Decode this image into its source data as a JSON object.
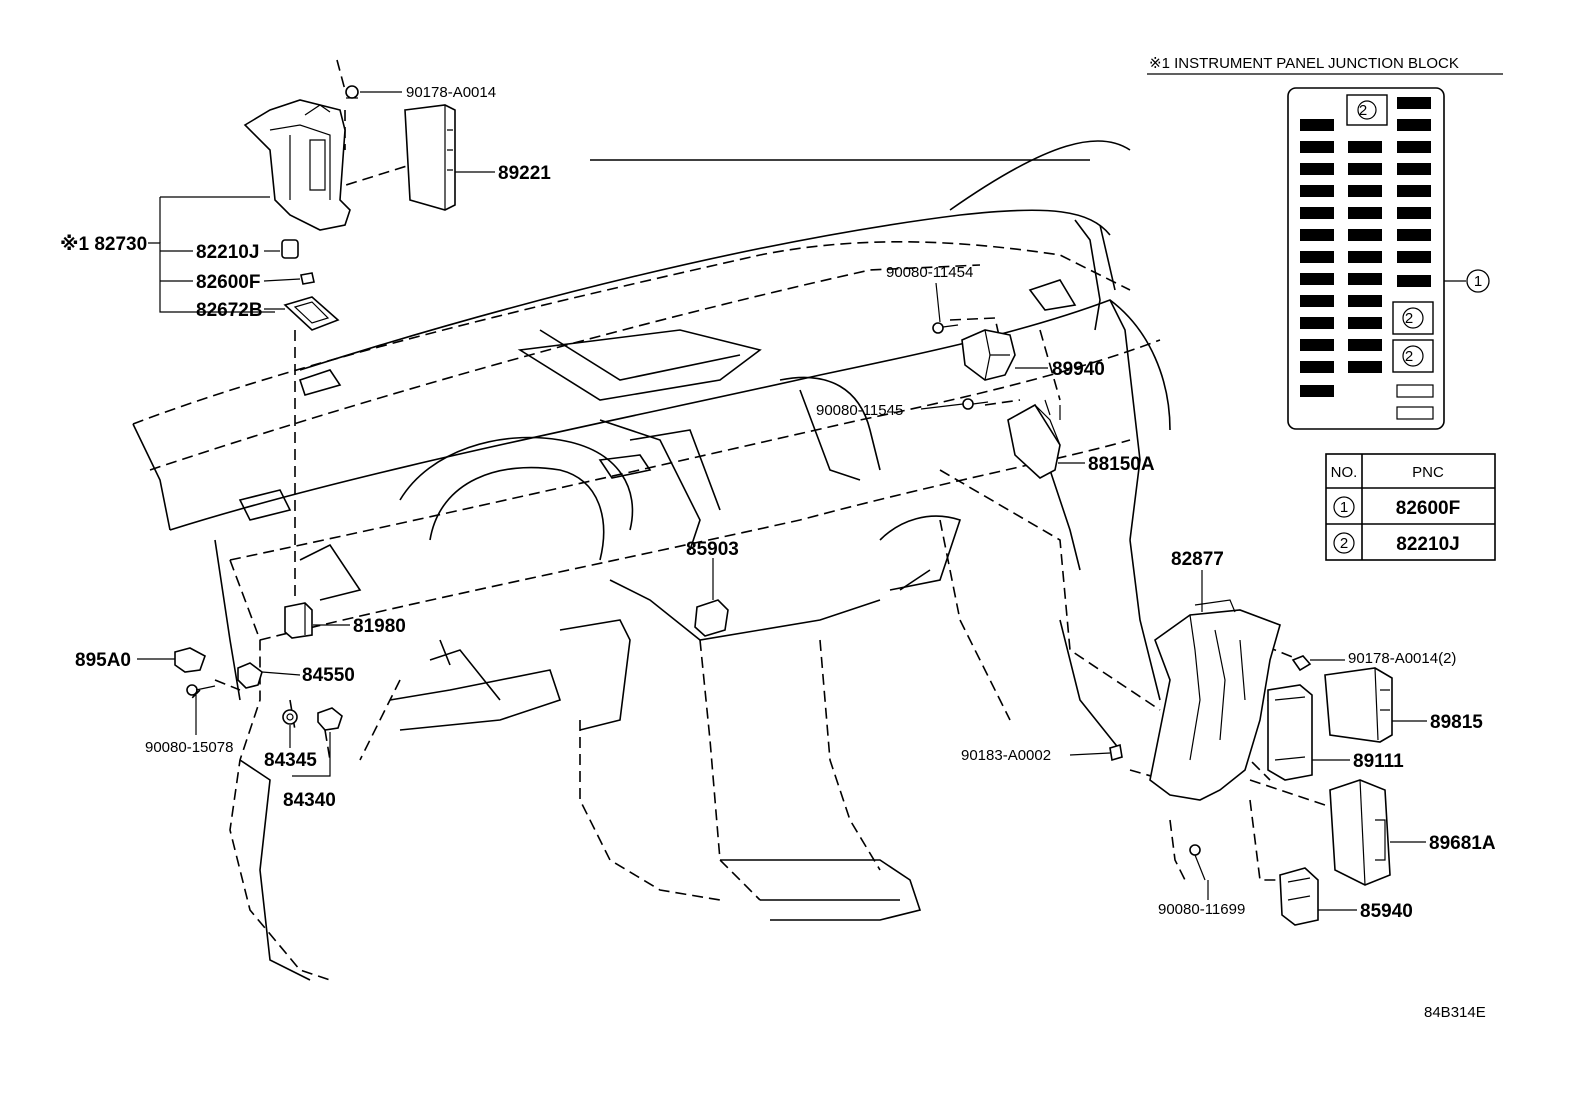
{
  "header": {
    "note_title": "※1 INSTRUMENT PANEL JUNCTION BLOCK"
  },
  "legend_table": {
    "col_no": "NO.",
    "col_pnc": "PNC",
    "rows": [
      {
        "no": "1",
        "pnc": "82600F"
      },
      {
        "no": "2",
        "pnc": "82210J"
      }
    ]
  },
  "junction_block_markers": {
    "top": "2",
    "side": "1",
    "mid1": "2",
    "mid2": "2"
  },
  "labels": {
    "p90178_A0014": "90178-A0014",
    "p89221": "89221",
    "p82730": "※1 82730",
    "p82210J": "82210J",
    "p82600F": "82600F",
    "p82672B": "82672B",
    "p90080_11454": "90080-11454",
    "p89940": "89940",
    "p90080_11545": "90080-11545",
    "p88150A": "88150A",
    "p85903": "85903",
    "p81980": "81980",
    "p895A0": "895A0",
    "p84550": "84550",
    "p90080_15078": "90080-15078",
    "p84345": "84345",
    "p84340": "84340",
    "p82877": "82877",
    "p90178_A0014_2": "90178-A0014(2)",
    "p89815": "89815",
    "p90183_A0002": "90183-A0002",
    "p89111": "89111",
    "p89681A": "89681A",
    "p90080_11699": "90080-11699",
    "p85940": "85940",
    "diagram_code": "84B314E"
  }
}
